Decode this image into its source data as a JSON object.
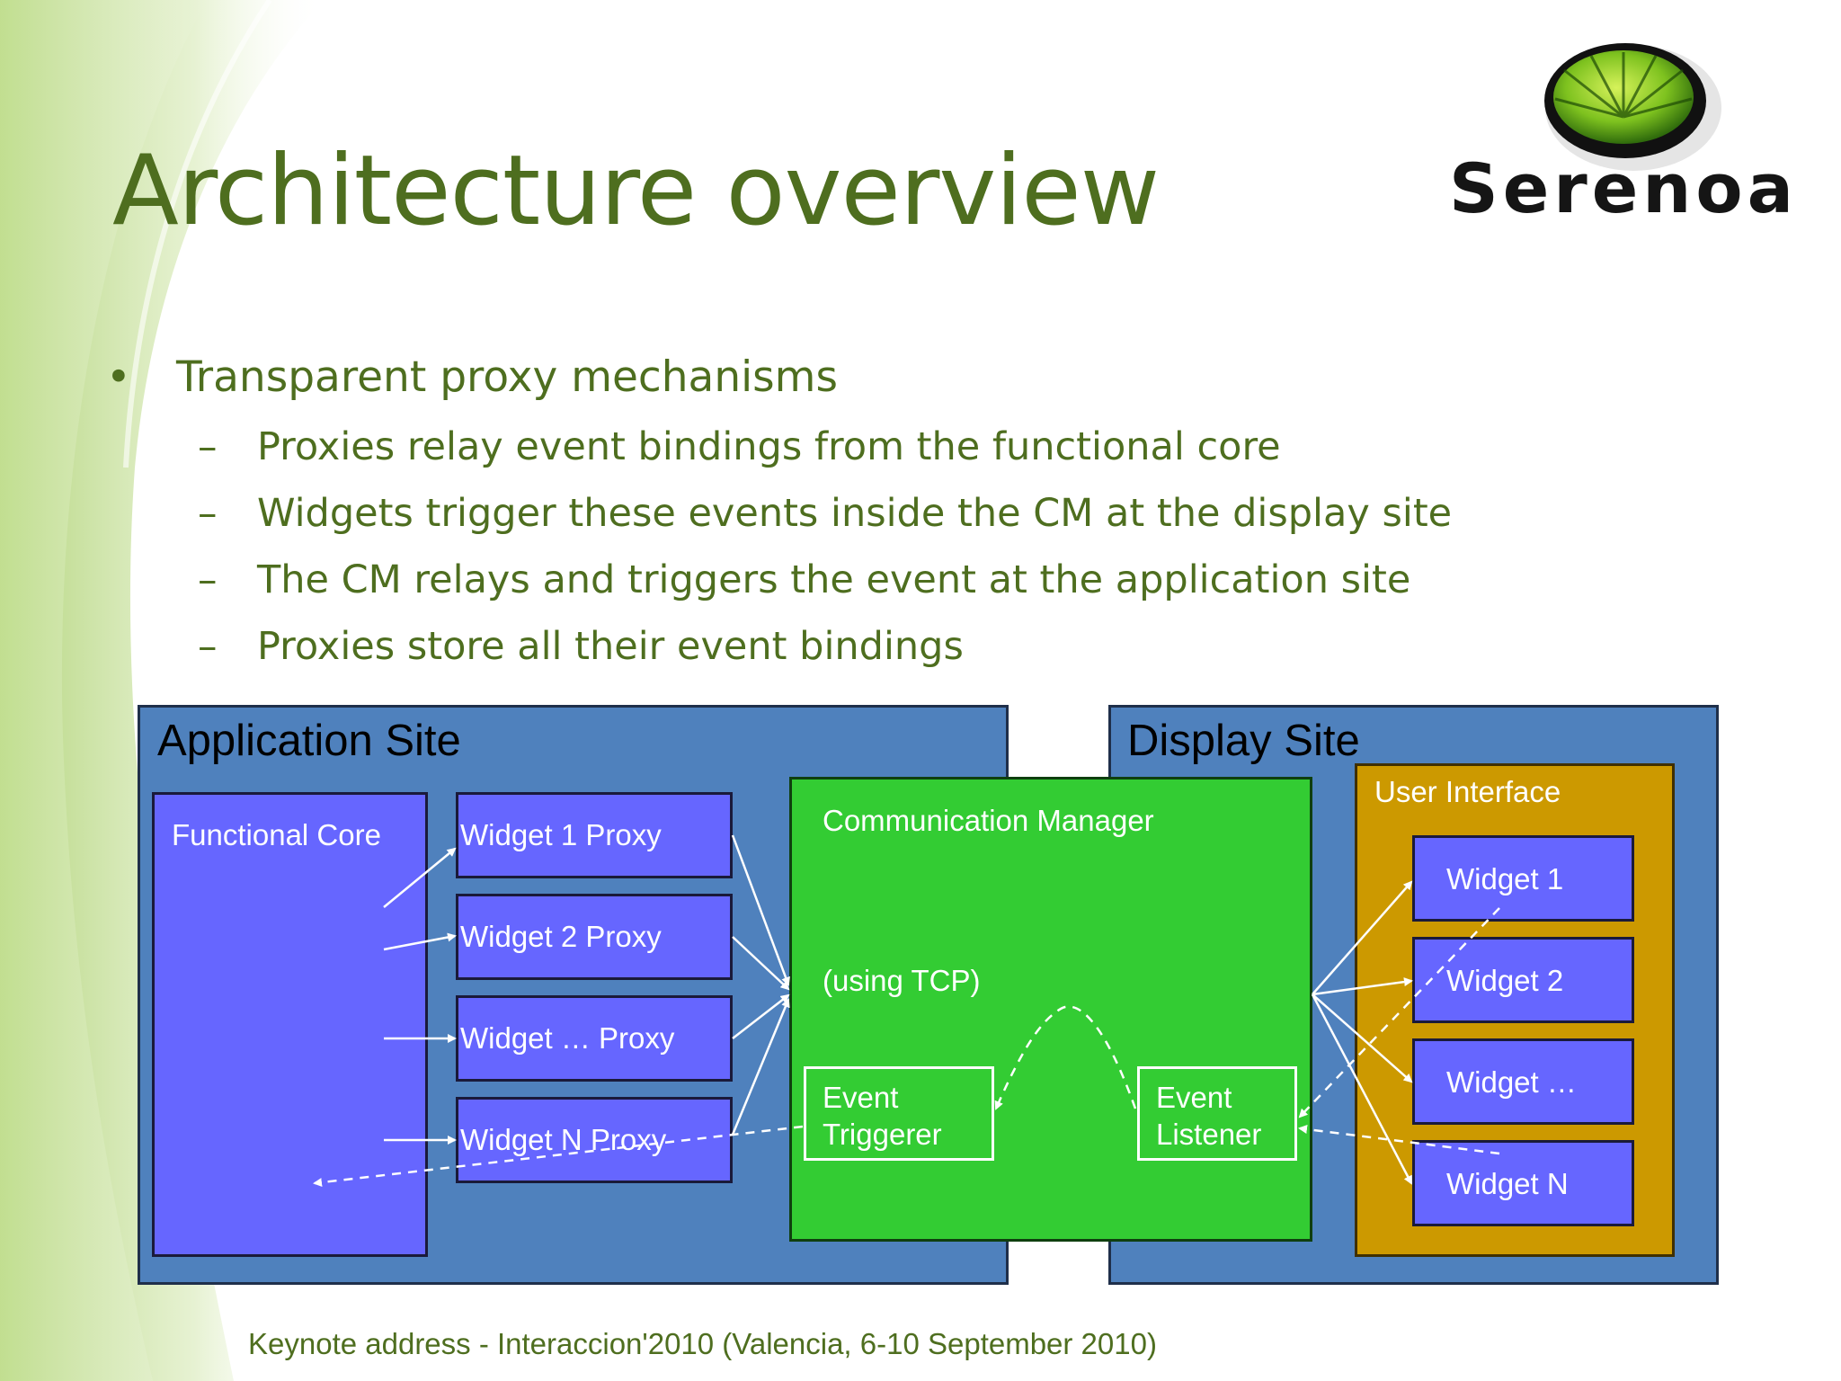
{
  "slide": {
    "title": "Architecture overview",
    "logo_text": "Serenoa",
    "bullet": "Transparent proxy mechanisms",
    "sub_bullets": [
      "Proxies relay event bindings from the functional core",
      "Widgets trigger these events inside the CM at the display site",
      "The CM relays and triggers the event at the application site",
      "Proxies store all their event bindings"
    ],
    "footer": "Keynote address - Interaccion'2010 (Valencia, 6-10 September 2010)"
  },
  "diagram": {
    "application_site": {
      "label": "Application Site",
      "functional_core": "Functional Core",
      "proxies": [
        "Widget 1 Proxy",
        "Widget 2 Proxy",
        "Widget … Proxy",
        "Widget N Proxy"
      ]
    },
    "communication_manager": {
      "label": "Communication Manager",
      "sublabel": "(using TCP)",
      "event_triggerer": [
        "Event",
        "Triggerer"
      ],
      "event_listener": [
        "Event",
        "Listener"
      ]
    },
    "display_site": {
      "label": "Display Site",
      "user_interface": "User Interface",
      "widgets": [
        "Widget 1",
        "Widget 2",
        "Widget …",
        "Widget N"
      ]
    }
  },
  "colors": {
    "title_green": "#4e6e1f",
    "site_blue": "#4f81bd",
    "proxy_purple": "#6666ff",
    "cm_green": "#33cc33",
    "ui_gold": "#cc9900"
  }
}
